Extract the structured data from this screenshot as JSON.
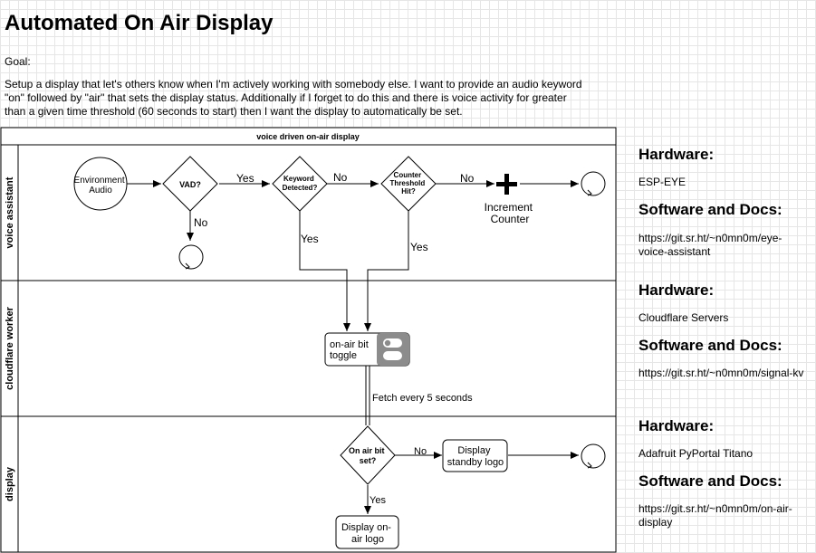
{
  "page": {
    "title": "Automated On Air Display",
    "goal_label": "Goal:",
    "goal_text": "Setup a display that let's others know when I'm actively working with somebody else. I want to provide an audio keyword \"on\" followed by \"air\" that sets the display status. Additionally if I forget to do this and there is voice activity for greater than a given time threshold (60 seconds to start) then I want the display to automatically be set."
  },
  "diagram": {
    "pool_title": "voice driven on-air display",
    "lanes": [
      "voice assistant",
      "cloudflare worker",
      "display"
    ],
    "nodes": {
      "environment_audio": [
        "Environment",
        "Audio"
      ],
      "vad": "VAD?",
      "keyword_detected": [
        "Keyword",
        "Detected?"
      ],
      "counter_threshold": [
        "Counter",
        "Threshold",
        "Hit?"
      ],
      "increment_counter": [
        "Increment",
        "Counter"
      ],
      "on_air_toggle": [
        "on-air bit",
        "toggle"
      ],
      "on_air_bit_set": [
        "On air bit",
        "set?"
      ],
      "display_standby": [
        "Display",
        "standby logo"
      ],
      "display_on_air": [
        "Display on-",
        "air logo"
      ]
    },
    "edges": {
      "vad_yes": "Yes",
      "vad_no": "No",
      "keyword_no": "No",
      "keyword_yes": "Yes",
      "counter_no": "No",
      "counter_yes": "Yes",
      "fetch": "Fetch every 5 seconds",
      "display_no": "No",
      "display_yes": "Yes"
    }
  },
  "sidebar": [
    {
      "hardware_label": "Hardware:",
      "hardware": "ESP-EYE",
      "software_label": "Software and Docs:",
      "link": "https://git.sr.ht/~n0mn0m/eye-voice-assistant"
    },
    {
      "hardware_label": "Hardware:",
      "hardware": "Cloudflare Servers",
      "software_label": "Software and Docs:",
      "link": "https://git.sr.ht/~n0mn0m/signal-kv"
    },
    {
      "hardware_label": "Hardware:",
      "hardware": "Adafruit PyPortal Titano",
      "software_label": "Software and Docs:",
      "link": "https://git.sr.ht/~n0mn0m/on-air-display"
    }
  ]
}
